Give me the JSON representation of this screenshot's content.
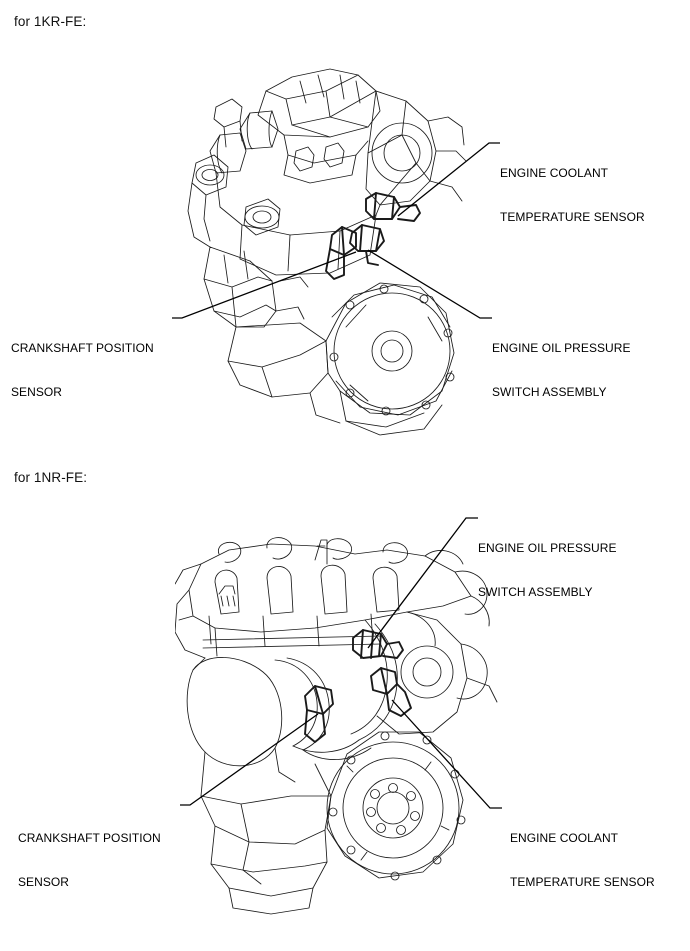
{
  "document": {
    "type": "service-manual-illustration",
    "background_color": "#ffffff",
    "line_color": "#000000"
  },
  "sections": [
    {
      "id": "1kr-fe",
      "heading": "for 1KR-FE:",
      "figure_name": "engine-assembly-1kr-fe",
      "callouts": [
        {
          "id": "ect-1kr",
          "name": "engine-coolant-temperature-sensor",
          "line1": "ENGINE COOLANT",
          "line2": "TEMPERATURE SENSOR",
          "side": "right"
        },
        {
          "id": "oil-press-1kr",
          "name": "engine-oil-pressure-switch-assembly",
          "line1": "ENGINE OIL PRESSURE",
          "line2": "SWITCH ASSEMBLY",
          "side": "right"
        },
        {
          "id": "ckp-1kr",
          "name": "crankshaft-position-sensor",
          "line1": "CRANKSHAFT POSITION",
          "line2": "SENSOR",
          "side": "left"
        }
      ]
    },
    {
      "id": "1nr-fe",
      "heading": "for 1NR-FE:",
      "figure_name": "engine-assembly-1nr-fe",
      "callouts": [
        {
          "id": "oil-press-1nr",
          "name": "engine-oil-pressure-switch-assembly",
          "line1": "ENGINE OIL PRESSURE",
          "line2": "SWITCH ASSEMBLY",
          "side": "right"
        },
        {
          "id": "ect-1nr",
          "name": "engine-coolant-temperature-sensor",
          "line1": "ENGINE COOLANT",
          "line2": "TEMPERATURE SENSOR",
          "side": "right"
        },
        {
          "id": "ckp-1nr",
          "name": "crankshaft-position-sensor",
          "line1": "CRANKSHAFT POSITION",
          "line2": "SENSOR",
          "side": "left"
        }
      ]
    }
  ]
}
